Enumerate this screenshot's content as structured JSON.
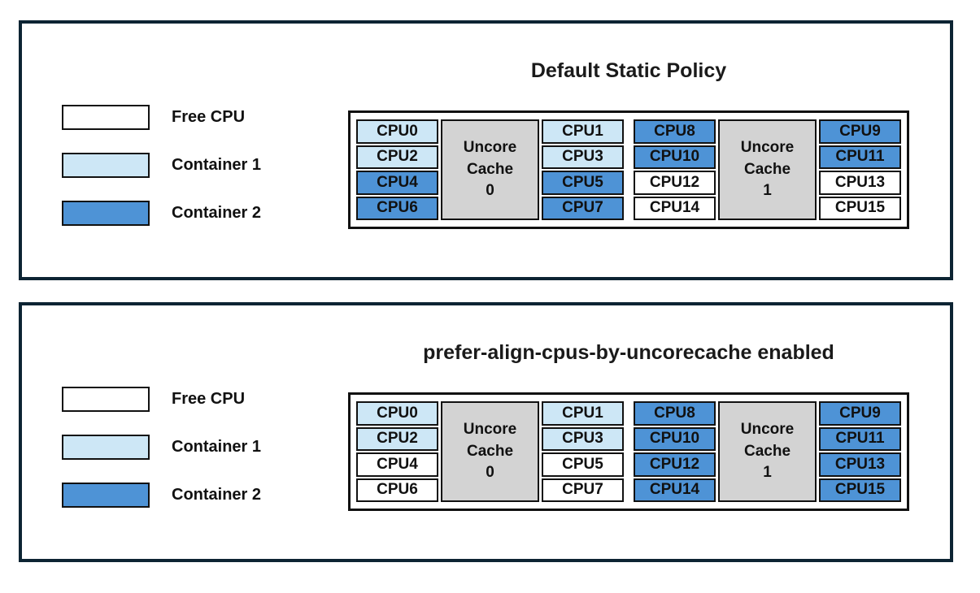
{
  "colors": {
    "free_cpu": "#ffffff",
    "container1": "#cde7f6",
    "container2": "#4e93d6",
    "uncore_cache": "#d3d3d3",
    "panel_border": "#0d2433",
    "cell_border": "#111111",
    "text": "#111111"
  },
  "legend": {
    "items": [
      {
        "label": "Free CPU",
        "color_key": "free_cpu"
      },
      {
        "label": "Container 1",
        "color_key": "container1"
      },
      {
        "label": "Container 2",
        "color_key": "container2"
      }
    ]
  },
  "panels": [
    {
      "title": "Default Static Policy",
      "groups": [
        {
          "cache_label": "Uncore\nCache\n0",
          "left_cpus": [
            {
              "label": "CPU0",
              "state": "container1"
            },
            {
              "label": "CPU2",
              "state": "container1"
            },
            {
              "label": "CPU4",
              "state": "container2"
            },
            {
              "label": "CPU6",
              "state": "container2"
            }
          ],
          "right_cpus": [
            {
              "label": "CPU1",
              "state": "container1"
            },
            {
              "label": "CPU3",
              "state": "container1"
            },
            {
              "label": "CPU5",
              "state": "container2"
            },
            {
              "label": "CPU7",
              "state": "container2"
            }
          ]
        },
        {
          "cache_label": "Uncore\nCache\n1",
          "left_cpus": [
            {
              "label": "CPU8",
              "state": "container2"
            },
            {
              "label": "CPU10",
              "state": "container2"
            },
            {
              "label": "CPU12",
              "state": "free_cpu"
            },
            {
              "label": "CPU14",
              "state": "free_cpu"
            }
          ],
          "right_cpus": [
            {
              "label": "CPU9",
              "state": "container2"
            },
            {
              "label": "CPU11",
              "state": "container2"
            },
            {
              "label": "CPU13",
              "state": "free_cpu"
            },
            {
              "label": "CPU15",
              "state": "free_cpu"
            }
          ]
        }
      ]
    },
    {
      "title": "prefer-align-cpus-by-uncorecache enabled",
      "groups": [
        {
          "cache_label": "Uncore\nCache\n0",
          "left_cpus": [
            {
              "label": "CPU0",
              "state": "container1"
            },
            {
              "label": "CPU2",
              "state": "container1"
            },
            {
              "label": "CPU4",
              "state": "free_cpu"
            },
            {
              "label": "CPU6",
              "state": "free_cpu"
            }
          ],
          "right_cpus": [
            {
              "label": "CPU1",
              "state": "container1"
            },
            {
              "label": "CPU3",
              "state": "container1"
            },
            {
              "label": "CPU5",
              "state": "free_cpu"
            },
            {
              "label": "CPU7",
              "state": "free_cpu"
            }
          ]
        },
        {
          "cache_label": "Uncore\nCache\n1",
          "left_cpus": [
            {
              "label": "CPU8",
              "state": "container2"
            },
            {
              "label": "CPU10",
              "state": "container2"
            },
            {
              "label": "CPU12",
              "state": "container2"
            },
            {
              "label": "CPU14",
              "state": "container2"
            }
          ],
          "right_cpus": [
            {
              "label": "CPU9",
              "state": "container2"
            },
            {
              "label": "CPU11",
              "state": "container2"
            },
            {
              "label": "CPU13",
              "state": "container2"
            },
            {
              "label": "CPU15",
              "state": "container2"
            }
          ]
        }
      ]
    }
  ]
}
